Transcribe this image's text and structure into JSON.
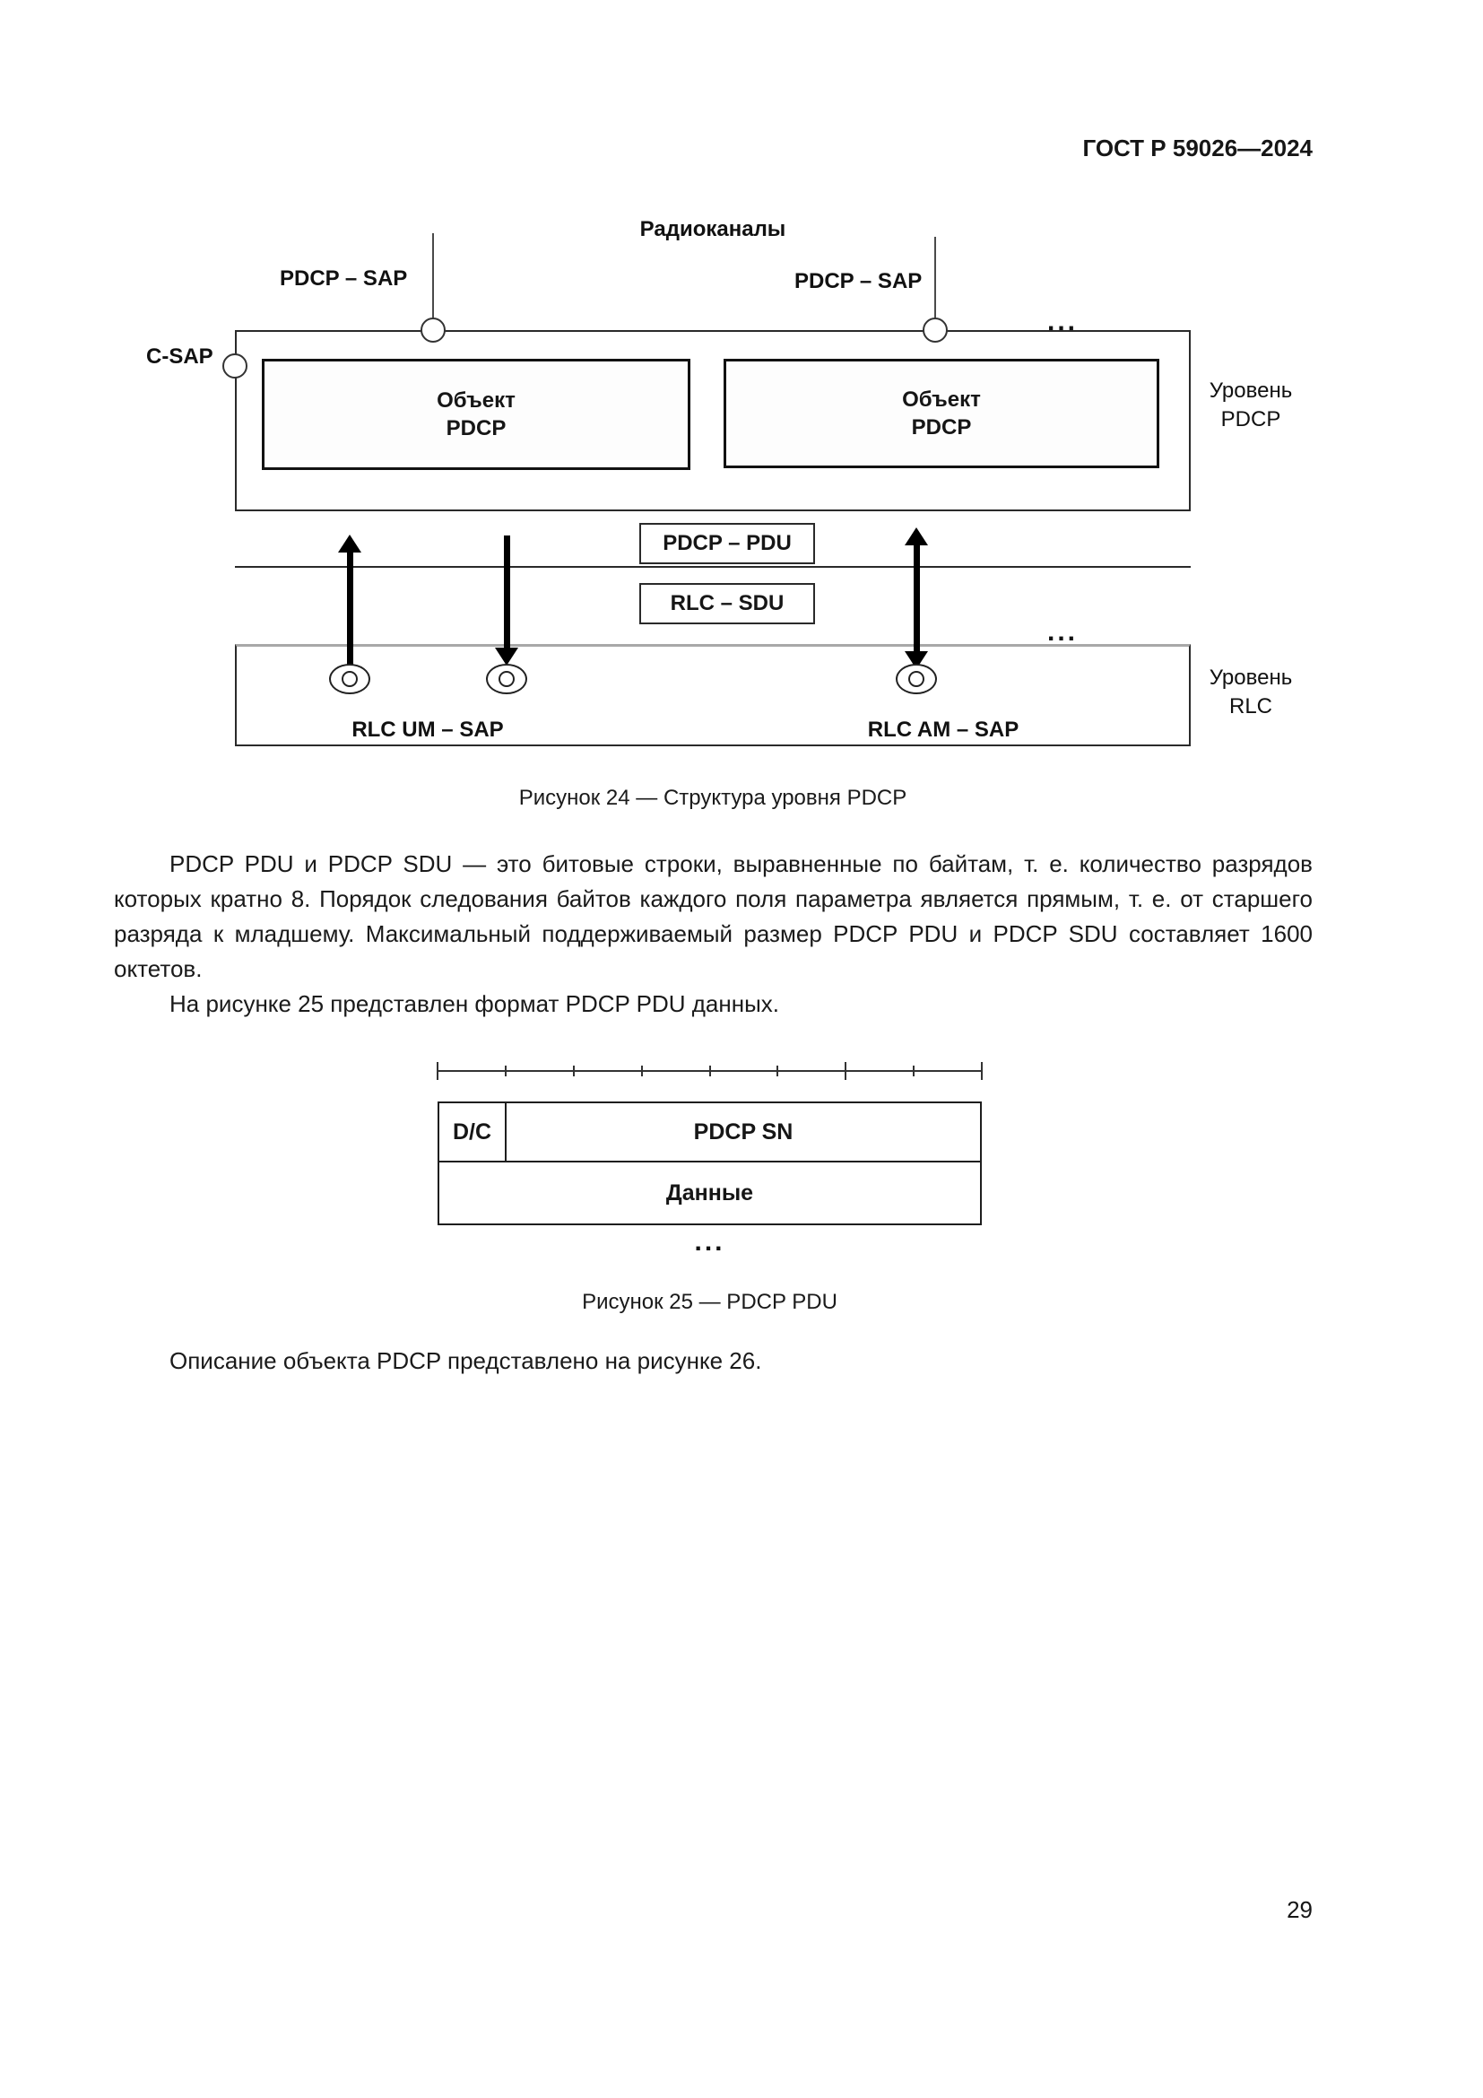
{
  "header": {
    "title": "ГОСТ Р 59026—2024"
  },
  "figure24": {
    "radio_channels": "Радиоканалы",
    "pdcp_sap_left": "PDCP – SAP",
    "pdcp_sap_right": "PDCP – SAP",
    "c_sap": "C-SAP",
    "entity_left": "Объект\nPDCP",
    "entity_right": "Объект\nPDCP",
    "layer_pdcp": "Уровень\nPDCP",
    "pdcp_pdu": "PDCP – PDU",
    "rlc_sdu": "RLC – SDU",
    "rlc_um_sap": "RLC UM – SAP",
    "rlc_am_sap": "RLC AM – SAP",
    "layer_rlc": "Уровень\nRLC",
    "dots_top": "...",
    "dots_bottom": "...",
    "caption": "Рисунок 24 — Структура уровня PDCP"
  },
  "paragraphs": {
    "p1": "PDCP PDU и PDCP SDU — это битовые строки, выравненные по байтам, т. е. количество разрядов которых кратно 8. Порядок следования байтов каждого поля параметра является прямым, т. е. от старшего разряда к младшему. Максимальный поддерживаемый размер PDCP PDU и PDCP SDU составляет 1600 октетов.",
    "p2": "На рисунке 25 представлен формат PDCP PDU данных.",
    "p3": "Описание объекта PDCP представлено на рисунке 26."
  },
  "figure25": {
    "dc": "D/C",
    "pdcp_sn": "PDCP SN",
    "data": "Данные",
    "dots": "...",
    "caption": "Рисунок 25 — PDCP PDU"
  },
  "page_number": "29"
}
